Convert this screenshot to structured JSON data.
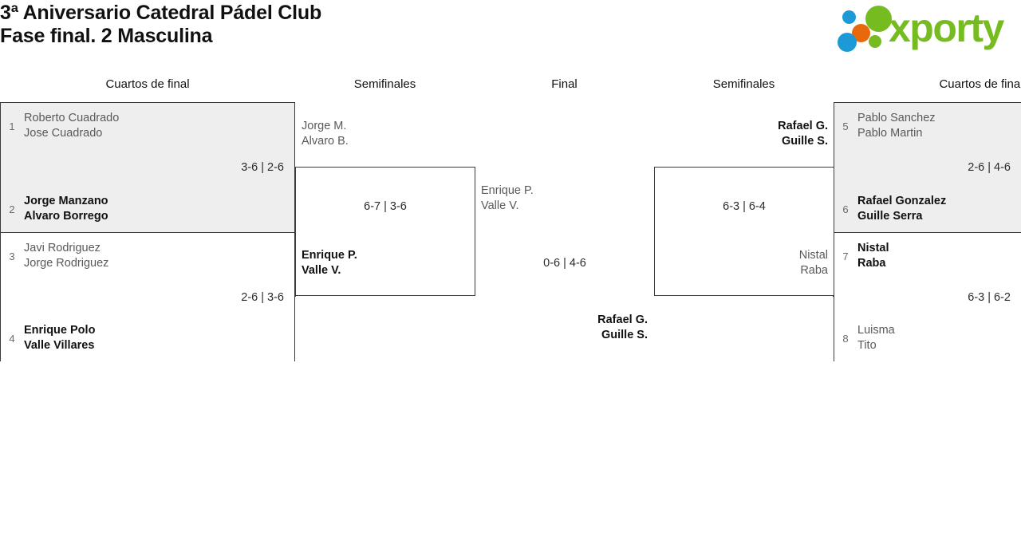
{
  "header": {
    "title_line1": "3ª Aniversario Catedral Pádel Club",
    "title_line2": "Fase final. 2 Masculina",
    "logo": {
      "wordmark": "xporty",
      "colors": {
        "green": "#76bc21",
        "orange": "#e8690b",
        "blue": "#1d9ad6"
      }
    }
  },
  "columns": {
    "qf_left": "Cuartos de final",
    "sf_left": "Semifinales",
    "final": "Final",
    "sf_right": "Semifinales",
    "qf_right": "Cuartos de final"
  },
  "bracket": {
    "quarterfinals_left": [
      {
        "top": {
          "seed": "1",
          "player1": "Roberto Cuadrado",
          "player2": "Jose Cuadrado",
          "result": "loser"
        },
        "bottom": {
          "seed": "2",
          "player1": "Jorge Manzano",
          "player2": "Alvaro Borrego",
          "result": "winner"
        },
        "score": "3-6 | 2-6"
      },
      {
        "top": {
          "seed": "3",
          "player1": "Javi Rodriguez",
          "player2": "Jorge Rodriguez",
          "result": "loser"
        },
        "bottom": {
          "seed": "4",
          "player1": "Enrique Polo",
          "player2": "Valle Villares",
          "result": "winner"
        },
        "score": "2-6 | 3-6"
      }
    ],
    "quarterfinals_right": [
      {
        "top": {
          "seed": "5",
          "player1": "Pablo Sanchez",
          "player2": "Pablo Martin",
          "result": "loser"
        },
        "bottom": {
          "seed": "6",
          "player1": "Rafael Gonzalez",
          "player2": "Guille Serra",
          "result": "winner"
        },
        "score": "2-6 | 4-6"
      },
      {
        "top": {
          "seed": "7",
          "player1": "Nistal",
          "player2": "Raba",
          "result": "winner"
        },
        "bottom": {
          "seed": "8",
          "player1": "Luisma",
          "player2": "Tito",
          "result": "loser"
        },
        "score": "6-3 | 6-2"
      }
    ],
    "semifinal_left": {
      "top": {
        "player1": "Jorge M.",
        "player2": "Alvaro B.",
        "result": "loser"
      },
      "bottom": {
        "player1": "Enrique P.",
        "player2": "Valle V.",
        "result": "winner"
      },
      "score": "6-7 | 3-6"
    },
    "semifinal_right": {
      "top": {
        "player1": "Rafael G.",
        "player2": "Guille S.",
        "result": "winner"
      },
      "bottom": {
        "player1": "Nistal",
        "player2": "Raba",
        "result": "loser"
      },
      "score": "6-3 | 6-4"
    },
    "final": {
      "left": {
        "player1": "Enrique P.",
        "player2": "Valle V.",
        "result": "loser"
      },
      "right": {
        "player1": "Rafael G.",
        "player2": "Guille S.",
        "result": "winner"
      },
      "score": "0-6 | 4-6"
    }
  }
}
